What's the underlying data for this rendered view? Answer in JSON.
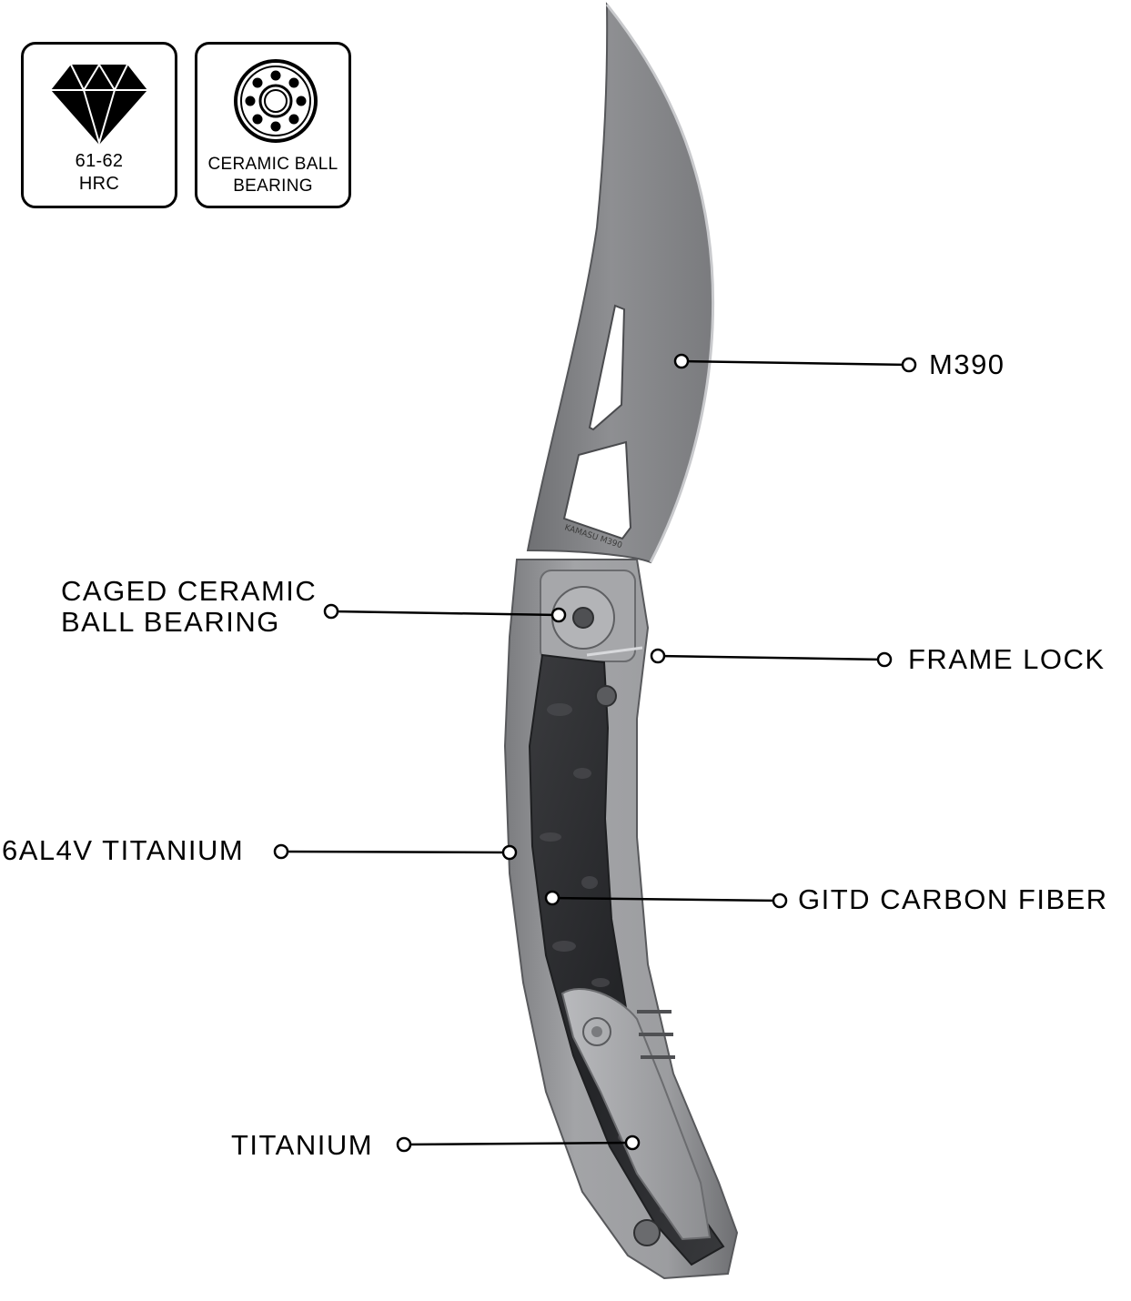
{
  "badges": {
    "hardness": {
      "icon": "diamond-icon",
      "line1": "61-62",
      "line2": "HRC"
    },
    "bearing": {
      "icon": "ball-bearing-icon",
      "line1": "CERAMIC BALL",
      "line2": "BEARING"
    }
  },
  "callouts": {
    "blade_steel": "M390",
    "pivot_line1": "CAGED CERAMIC",
    "pivot_line2": "BALL BEARING",
    "lock": "FRAME LOCK",
    "frame": "6AL4V TITANIUM",
    "inlay": "GITD CARBON FIBER",
    "clip": "TITANIUM"
  },
  "blade_marking": {
    "brand": "KAMASU",
    "steel": "M390"
  },
  "colors": {
    "ink": "#000000",
    "steel": "#8b8c8f",
    "titanium": "#9a9b9e",
    "carbon": "#2a2b2e"
  }
}
